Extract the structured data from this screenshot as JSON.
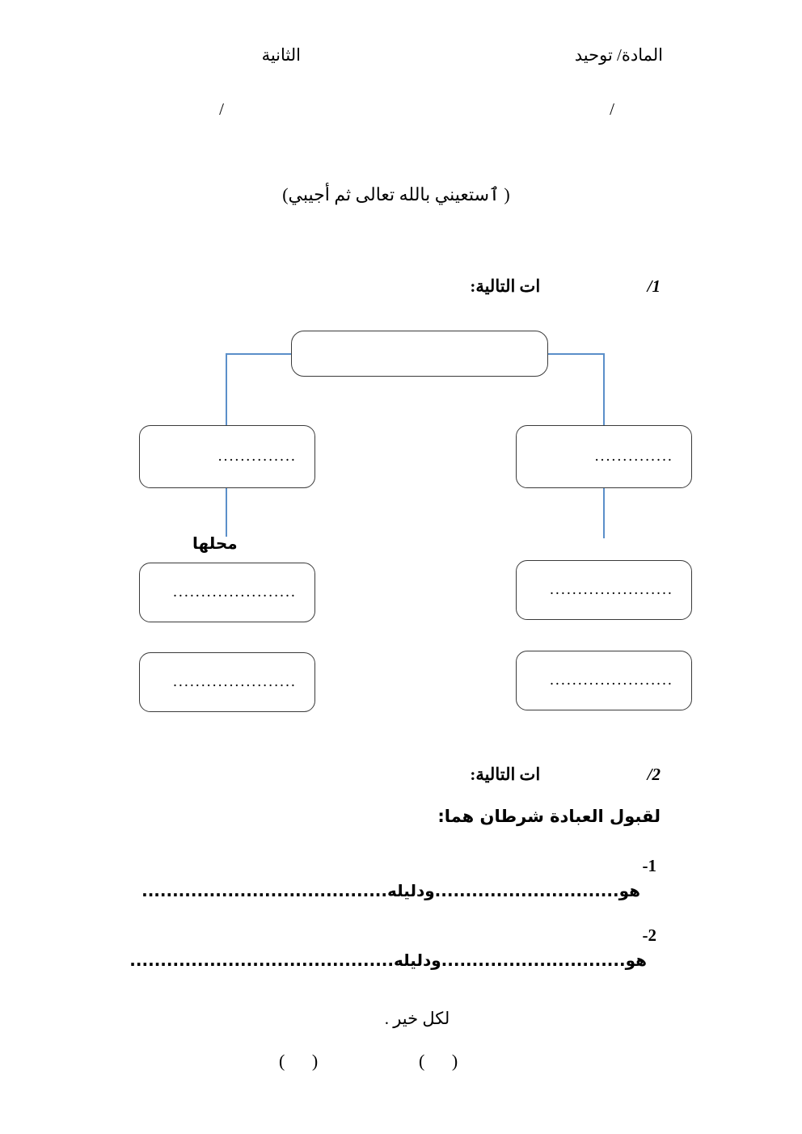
{
  "header": {
    "subject": "المادة/ توحيد",
    "class": "الثانية",
    "slash_right": "/",
    "slash_left": "/"
  },
  "instruction": "( ٱستعيني بالله تعالى ثم أجيبي)",
  "questions": [
    {
      "number": "/1",
      "tail": "ات التالية:"
    },
    {
      "number": "/2",
      "tail": "ات التالية:",
      "subtitle": "لقبول العبادة شرطان هما:"
    }
  ],
  "diagram": {
    "root": "",
    "mid_left": "..............",
    "mid_right": "..............",
    "leaf_left_1": "......................",
    "leaf_left_2": "......................",
    "leaf_right_1": "......................",
    "leaf_right_2": "......................",
    "side_label": "محلها",
    "connector_color": "#5B8FC9",
    "box_border_color": "#3A3A3A"
  },
  "answers": [
    {
      "number": "-1",
      "text": "هو..............................ودليله........................................"
    },
    {
      "number": "-2",
      "text": "هو..............................ودليله..........................................."
    }
  ],
  "footer": {
    "text": "لكل خير .",
    "paren_right": "(    )",
    "paren_left": "(    )"
  }
}
